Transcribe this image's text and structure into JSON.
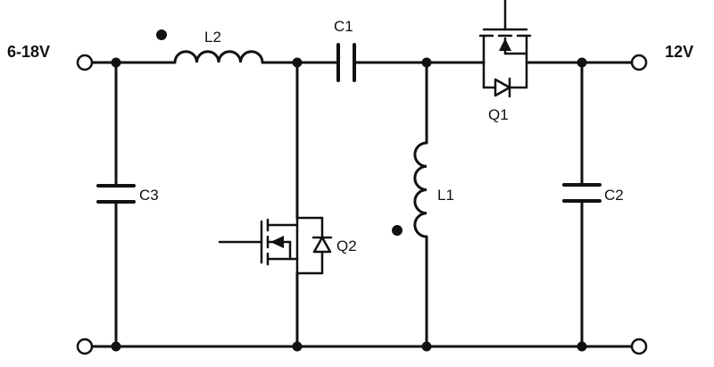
{
  "terminals": {
    "input_label": "6-18V",
    "output_label": "12V"
  },
  "components": {
    "L2": "L2",
    "C1": "C1",
    "C3": "C3",
    "Q2": "Q2",
    "L1": "L1",
    "Q1": "Q1",
    "C2": "C2"
  }
}
